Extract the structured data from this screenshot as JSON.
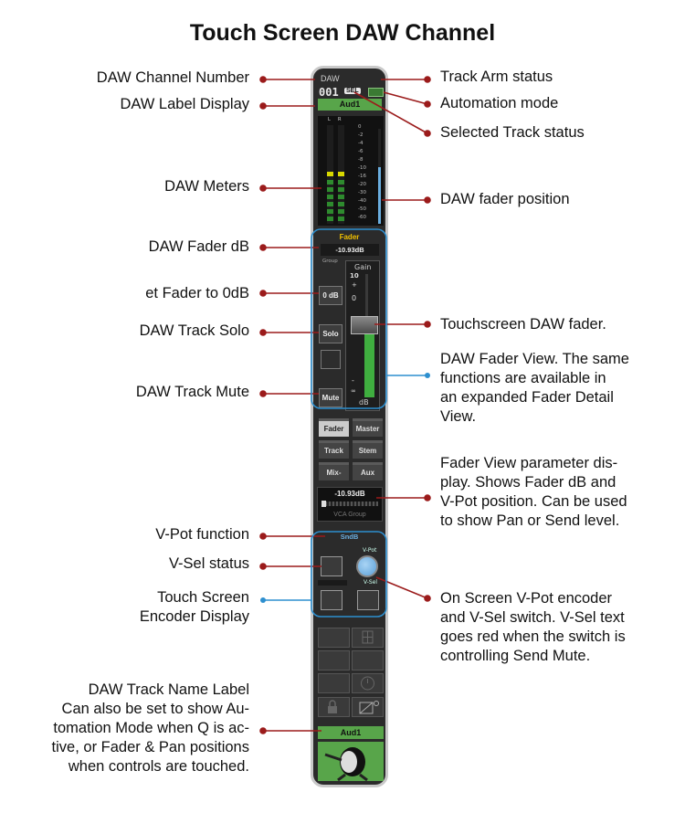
{
  "title": "Touch Screen DAW Channel",
  "colors": {
    "leader_red": "#9b1b1b",
    "leader_blue": "#2d8fcf",
    "strip_bg": "#2b2b2b",
    "label_green": "#58a54a",
    "fader_yellow": "#f0c000"
  },
  "labels_left": {
    "channel_number": "DAW Channel Number",
    "label_display": "DAW Label Display",
    "meters": "DAW Meters",
    "fader_db": "DAW Fader dB",
    "set_fader_0db": "et Fader to 0dB",
    "track_solo": "DAW Track Solo",
    "track_mute": "DAW Track Mute",
    "vpot_function": "V-Pot function",
    "vsel_status": "V-Sel status",
    "encoder_display_1": "Touch Screen",
    "encoder_display_2": "Encoder Display",
    "name_label_1": "DAW Track Name Label",
    "name_label_2": "Can also be set to show  Au-",
    "name_label_3": "tomation Mode when Q is ac-",
    "name_label_4": "tive, or Fader & Pan positions",
    "name_label_5": "when controls are touched."
  },
  "labels_right": {
    "track_arm": "Track Arm status",
    "automation_mode": "Automation mode",
    "selected_track": "Selected Track status",
    "fader_position": "DAW fader position",
    "touch_fader": "Touchscreen DAW fader.",
    "fader_view_1": "DAW Fader View. The same",
    "fader_view_2": "functions are available in",
    "fader_view_3": "an expanded Fader Detail",
    "fader_view_4": "View.",
    "param_display_1": "Fader View parameter dis-",
    "param_display_2": "play. Shows Fader dB and",
    "param_display_3": "V-Pot position. Can be used",
    "param_display_4": "to show Pan or Send level.",
    "vpot_encoder_1": "On Screen V-Pot encoder",
    "vpot_encoder_2": "and V-Sel switch. V-Sel text",
    "vpot_encoder_3": "goes red when the switch is",
    "vpot_encoder_4": "controlling Send Mute."
  },
  "strip": {
    "daw_label": "DAW",
    "channel_number": "001",
    "sel_badge": "SEL",
    "label_display": "Aud1",
    "meter_channels": [
      "L",
      "R"
    ],
    "meter_scale": [
      "0",
      "-2",
      "-4",
      "-6",
      "-8",
      "-10",
      "-16",
      "-20",
      "-30",
      "-40",
      "-50",
      "-60"
    ],
    "fader_position_fraction": 0.6,
    "fader_title": "Fader",
    "fader_db": "-10.93dB",
    "group_label": "Group",
    "zero_db_button": "0 dB",
    "solo_button": "Solo",
    "mute_button": "Mute",
    "gain_label": "Gain",
    "gain_scale": [
      "10",
      "+",
      "0",
      "-",
      "∞"
    ],
    "gain_unit": "dB",
    "view_buttons": [
      "Fader",
      "Master",
      "Track",
      "Stem",
      "Mix-",
      "Aux"
    ],
    "param_db": "-10.93dB",
    "vca_group": "VCA Group",
    "vpot_function": "SndB",
    "vpot_label": "V-Pot",
    "vsel_label": "V-Sel",
    "track_name": "Aud1",
    "lock_icon": "lock-icon",
    "art_icon": "drum-icon"
  }
}
